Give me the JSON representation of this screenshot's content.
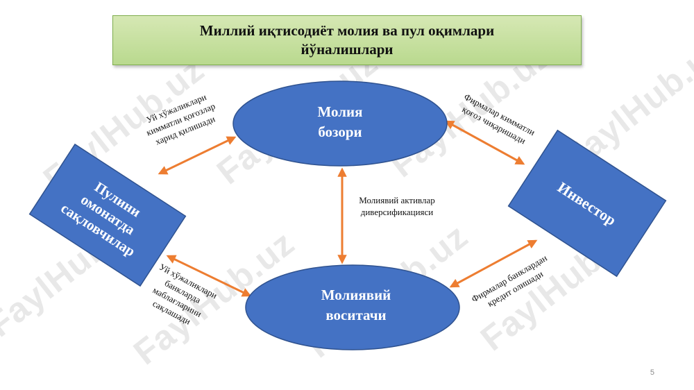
{
  "title": {
    "line1": "Миллий иқтисодиёт молия ва пул оқимлари",
    "line2": "йўналишлари"
  },
  "nodes": {
    "market": [
      "Молия",
      "бозори"
    ],
    "intermediary": [
      "Молиявий",
      "воситачи"
    ],
    "savers": [
      "Пулини",
      "омонатда",
      "сақловчилар"
    ],
    "investor": [
      "Инвестор"
    ]
  },
  "labels": {
    "households_buy": [
      "Уй хўжаликлари",
      "кимматли қоғозлар",
      "харид қилишади"
    ],
    "firms_issue": [
      "Фирмалар кимматли",
      "қоғоз чиқаришади"
    ],
    "diversification": [
      "Молиявий активлар",
      "диверсификацияси"
    ],
    "households_save": [
      "Уй хўжаликлари",
      "банкларда",
      "маблағларини",
      "сақлашади"
    ],
    "firms_credit": [
      "Фирмалар банклардан",
      "кредит олишади"
    ]
  },
  "watermark": "FaylHub.uz",
  "page_number": "5",
  "colors": {
    "node_fill": "#4472c4",
    "node_stroke": "#2f528f",
    "arrow": "#ed7d31",
    "title_fill": "#c5e0a0"
  }
}
